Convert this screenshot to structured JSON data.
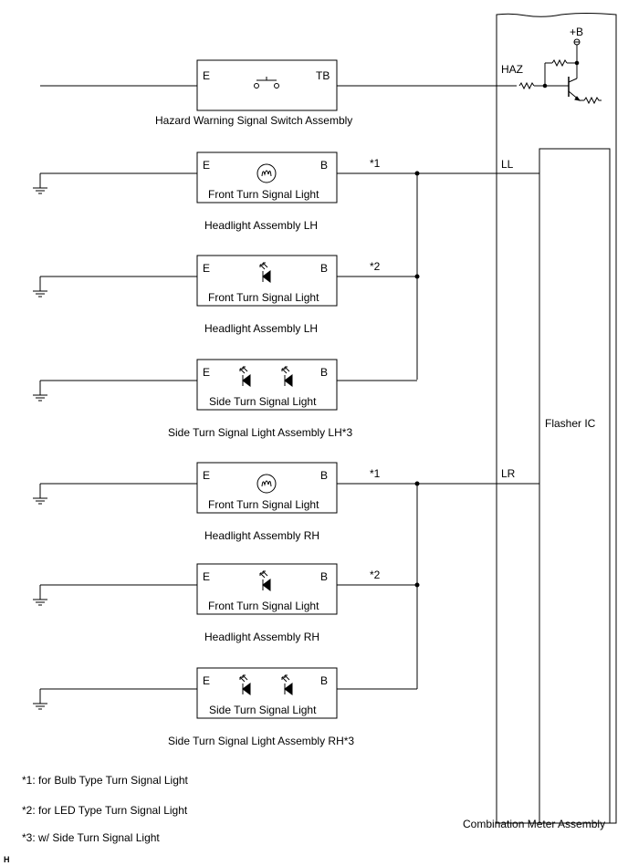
{
  "meter": {
    "caption": "Combination Meter Assembly",
    "flasher_label": "Flasher IC",
    "terminals": {
      "haz": "HAZ",
      "ll": "LL",
      "lr": "LR",
      "plus_b": "+B"
    }
  },
  "hazard_switch": {
    "pin_e": "E",
    "pin_tb": "TB",
    "caption": "Hazard Warning Signal Switch Assembly"
  },
  "lights": [
    {
      "pin_e": "E",
      "pin_b": "B",
      "label": "Front Turn Signal Light",
      "caption": "Headlight Assembly LH",
      "marker": "*1",
      "element": "bulb"
    },
    {
      "pin_e": "E",
      "pin_b": "B",
      "label": "Front Turn Signal Light",
      "caption": "Headlight Assembly LH",
      "marker": "*2",
      "element": "led"
    },
    {
      "pin_e": "E",
      "pin_b": "B",
      "label": "Side Turn Signal Light",
      "caption": "Side Turn Signal Light Assembly LH*3",
      "marker": "",
      "element": "led2"
    },
    {
      "pin_e": "E",
      "pin_b": "B",
      "label": "Front Turn Signal Light",
      "caption": "Headlight Assembly RH",
      "marker": "*1",
      "element": "bulb"
    },
    {
      "pin_e": "E",
      "pin_b": "B",
      "label": "Front Turn Signal Light",
      "caption": "Headlight Assembly RH",
      "marker": "*2",
      "element": "led"
    },
    {
      "pin_e": "E",
      "pin_b": "B",
      "label": "Side Turn Signal Light",
      "caption": "Side Turn Signal Light Assembly RH*3",
      "marker": "",
      "element": "led2"
    }
  ],
  "notes": [
    "*1: for Bulb Type Turn Signal Light",
    "*2: for LED Type Turn Signal Light",
    "*3: w/ Side Turn Signal Light"
  ],
  "corner_code": "H"
}
